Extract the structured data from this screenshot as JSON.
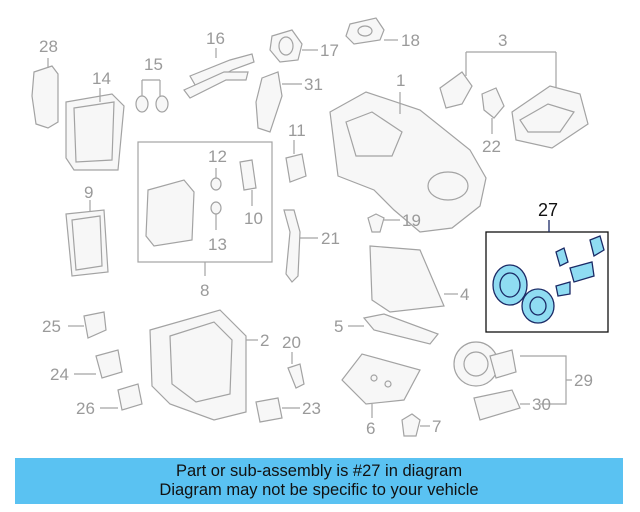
{
  "callouts": {
    "c1": "1",
    "c2": "2",
    "c3": "3",
    "c4": "4",
    "c5": "5",
    "c6": "6",
    "c7": "7",
    "c8": "8",
    "c9": "9",
    "c10": "10",
    "c11": "11",
    "c12": "12",
    "c13": "13",
    "c14": "14",
    "c15": "15",
    "c16": "16",
    "c17": "17",
    "c18": "18",
    "c19": "19",
    "c20": "20",
    "c21": "21",
    "c22": "22",
    "c23": "23",
    "c24": "24",
    "c25": "25",
    "c26": "26",
    "c27": "27",
    "c28": "28",
    "c29": "29",
    "c30": "30",
    "c31": "31"
  },
  "highlight": {
    "part_number": "27",
    "fill": "#8fdcf2",
    "outline": "#1b2a66"
  },
  "banner": {
    "line1": "Part or sub-assembly is #27 in diagram",
    "line2": "Diagram may not be specific to your vehicle",
    "background": "#5ac2f2"
  }
}
